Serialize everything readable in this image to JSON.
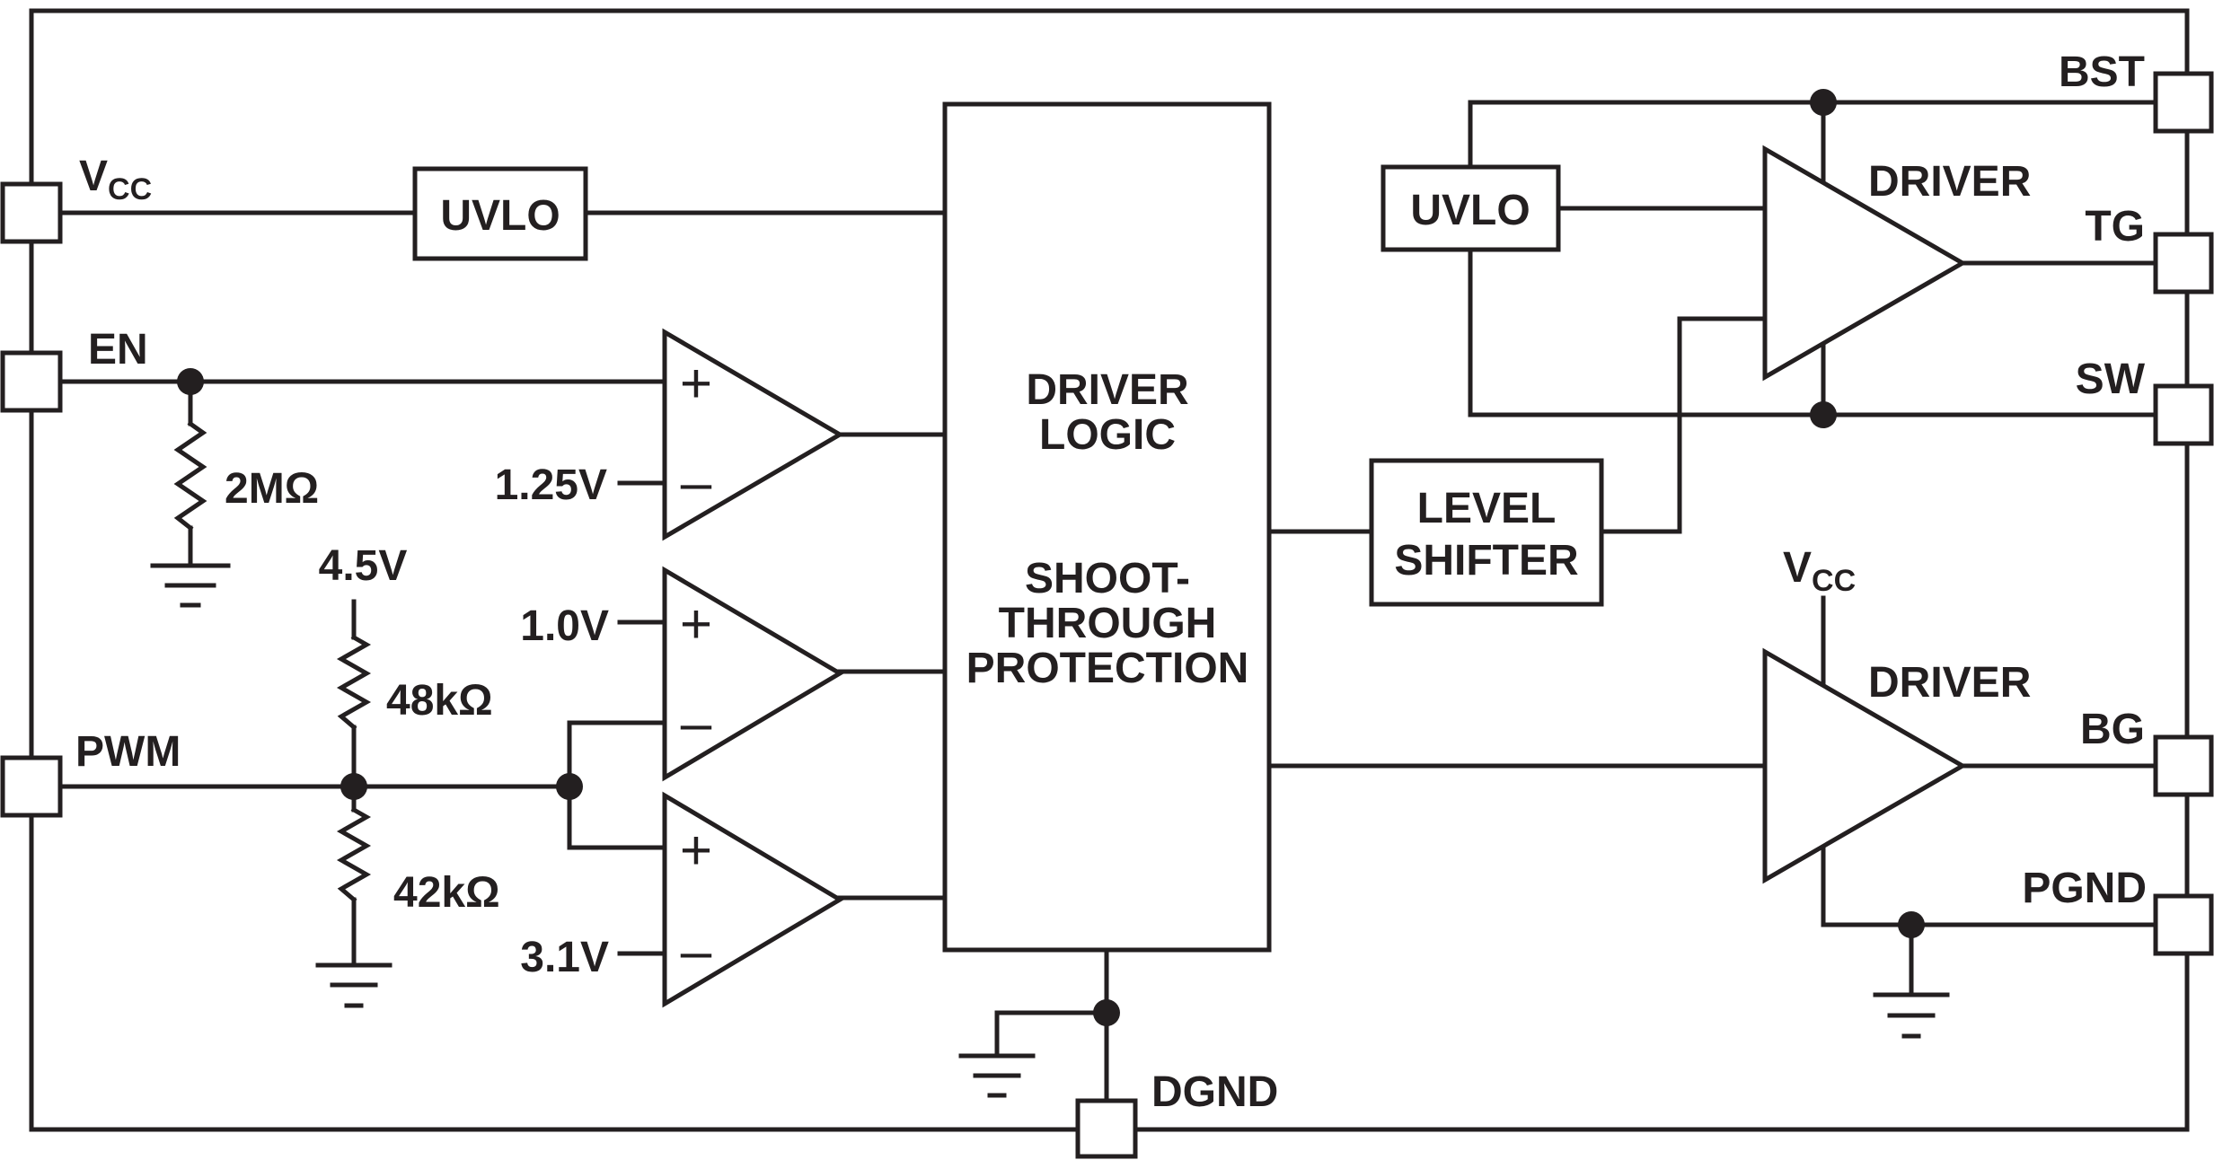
{
  "pins": {
    "vcc": {
      "label": "V",
      "sub": "CC"
    },
    "en": "EN",
    "pwm": "PWM",
    "bst": "BST",
    "tg": "TG",
    "sw": "SW",
    "bg": "BG",
    "pgnd": "PGND",
    "dgnd": "DGND"
  },
  "blocks": {
    "uvlo_vcc": "UVLO",
    "uvlo_high": "UVLO",
    "logic_line1": "DRIVER",
    "logic_line2": "LOGIC",
    "shoot_line1": "SHOOT-",
    "shoot_line2": "THROUGH",
    "shoot_line3": "PROTECTION",
    "level_line1": "LEVEL",
    "level_line2": "SHIFTER",
    "driver_top": "DRIVER",
    "driver_bottom": "DRIVER"
  },
  "components": {
    "r_en": "2MΩ",
    "r_top": "48kΩ",
    "r_bot": "42kΩ",
    "v_pullup": "4.5V",
    "v_ref_en": "1.25V",
    "v_ref_low": "1.0V",
    "v_ref_high": "3.1V",
    "vcc_bg": {
      "label": "V",
      "sub": "CC"
    }
  },
  "comparator_signs": {
    "plus": "+",
    "minus": "–"
  }
}
